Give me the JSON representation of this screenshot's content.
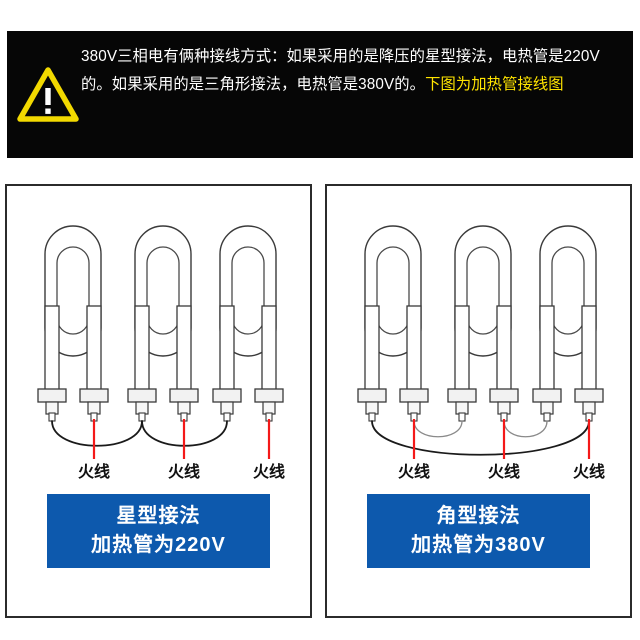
{
  "banner": {
    "icon": "warning-triangle-icon",
    "icon_glyph": "!",
    "text_plain_1": "380V三相电有俩种接线方式：如果采用的是降压的星型接法，电热管是220V的。如果采用的是三角形接法，电热管是380V的。",
    "text_highlight": "下图为加热管接线图",
    "background_color": "#060606",
    "text_color": "#ffffff",
    "highlight_color": "#ffe400",
    "icon_color": "#f2d900"
  },
  "panels": [
    {
      "id": "star",
      "name": "星型接法",
      "caption_line1": "星型接法",
      "caption_line2": "加热管为220V",
      "caption_bg": "#0d59ad",
      "element_count": 3,
      "terminal_count": 6,
      "live_labels": [
        "火线",
        "火线",
        "火线"
      ],
      "live_label_color": "#f41919",
      "wiring": "neutral-point chain: terminal 1 to 3, terminal 3 to 5; live lines on terminals 2, 4, 6"
    },
    {
      "id": "delta",
      "name": "角型接法",
      "caption_line1": "角型接法",
      "caption_line2": "加热管为380V",
      "caption_bg": "#0d59ad",
      "element_count": 3,
      "terminal_count": 6,
      "live_labels": [
        "火线",
        "火线",
        "火线"
      ],
      "live_label_color": "#f41919",
      "wiring": "loop: terminal 2 to 3, terminal 4 to 5, long arc terminal 1 to 6; live lines on terminals 2, 4, 6"
    }
  ]
}
